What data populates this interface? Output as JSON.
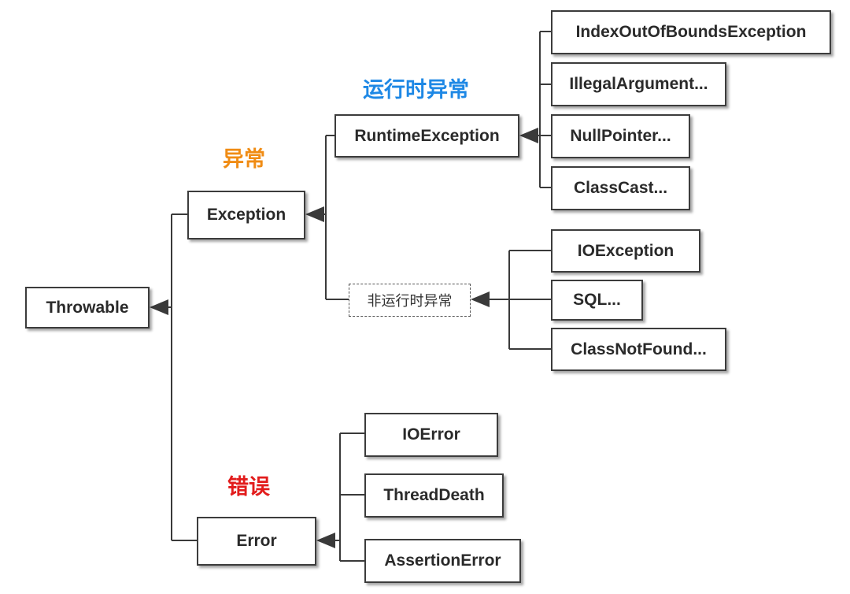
{
  "colors": {
    "line": "#3a3a3a",
    "runtime_label": "#1e88e5",
    "exception_label": "#f08c14",
    "error_label": "#e21c1c"
  },
  "nodes": {
    "throwable": "Throwable",
    "exception": "Exception",
    "error": "Error",
    "runtime_exception": "RuntimeException",
    "non_runtime_exception": "非运行时异常",
    "index_out_of_bounds": "IndexOutOfBoundsException",
    "illegal_argument": "IllegalArgument...",
    "null_pointer": "NullPointer...",
    "class_cast": "ClassCast...",
    "io_exception": "IOException",
    "sql": "SQL...",
    "class_not_found": "ClassNotFound...",
    "io_error": "IOError",
    "thread_death": "ThreadDeath",
    "assertion_error": "AssertionError"
  },
  "labels": {
    "runtime_exception_cn": "运行时异常",
    "exception_cn": "异常",
    "error_cn": "错误"
  }
}
